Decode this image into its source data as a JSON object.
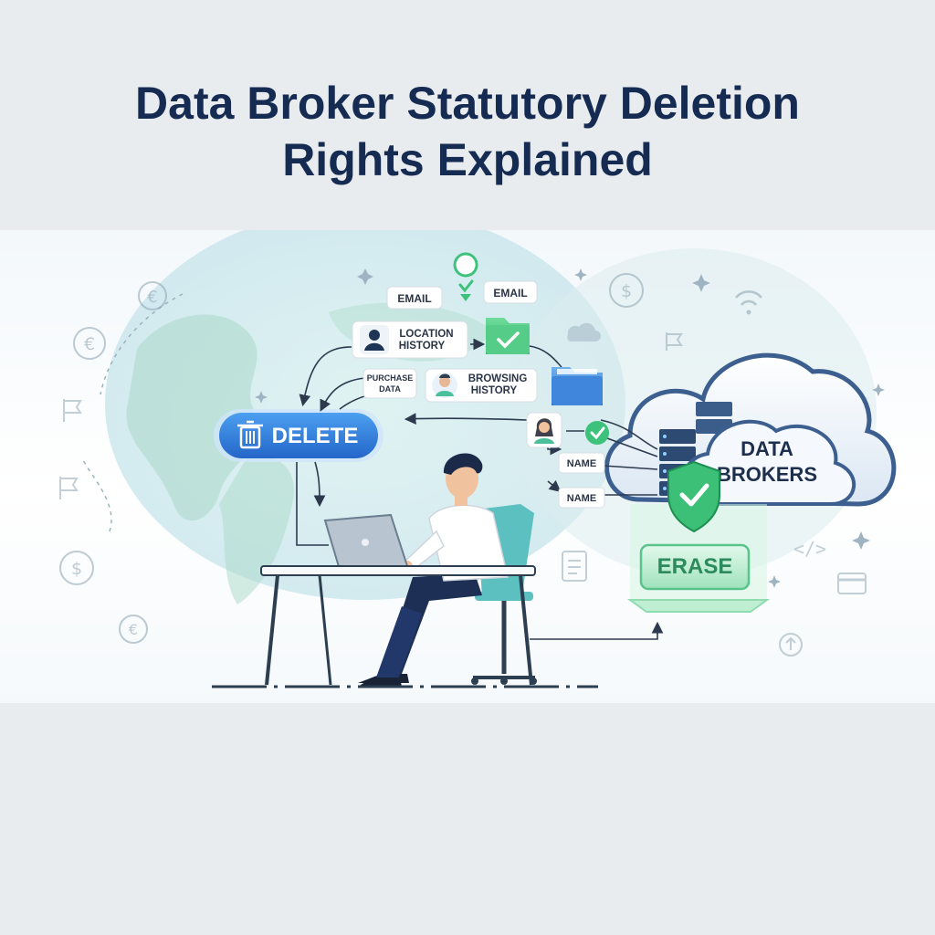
{
  "title_line1": "Data Broker Statutory Deletion",
  "title_line2": "Rights Explained",
  "delete_button": "DELETE",
  "erase_button": "ERASE",
  "data_brokers_line1": "DATA",
  "data_brokers_line2": "BROKERS",
  "tags": {
    "email_left": "EMAIL",
    "email_right": "EMAIL",
    "location_line1": "LOCATION",
    "location_line2": "HISTORY",
    "purchase_line1": "PURCHASE",
    "purchase_line2": "DATA",
    "browsing_line1": "BROWSING",
    "browsing_line2": "HISTORY",
    "name_upper": "NAME",
    "name_lower": "NAME"
  },
  "colors": {
    "title": "#152b52",
    "delete_blue": "#2f7fd6",
    "erase_green": "#4cc08a",
    "check_green": "#3cc27a",
    "cloud_blue": "#3c5f8f",
    "globe": "#bfe2e2"
  },
  "icons": [
    "trash-icon",
    "check-icon",
    "shield-icon",
    "folder-icon",
    "server-icon",
    "cloud-icon",
    "euro-icon",
    "dollar-icon",
    "wifi-icon",
    "flag-icon",
    "code-icon",
    "card-icon",
    "document-icon"
  ]
}
